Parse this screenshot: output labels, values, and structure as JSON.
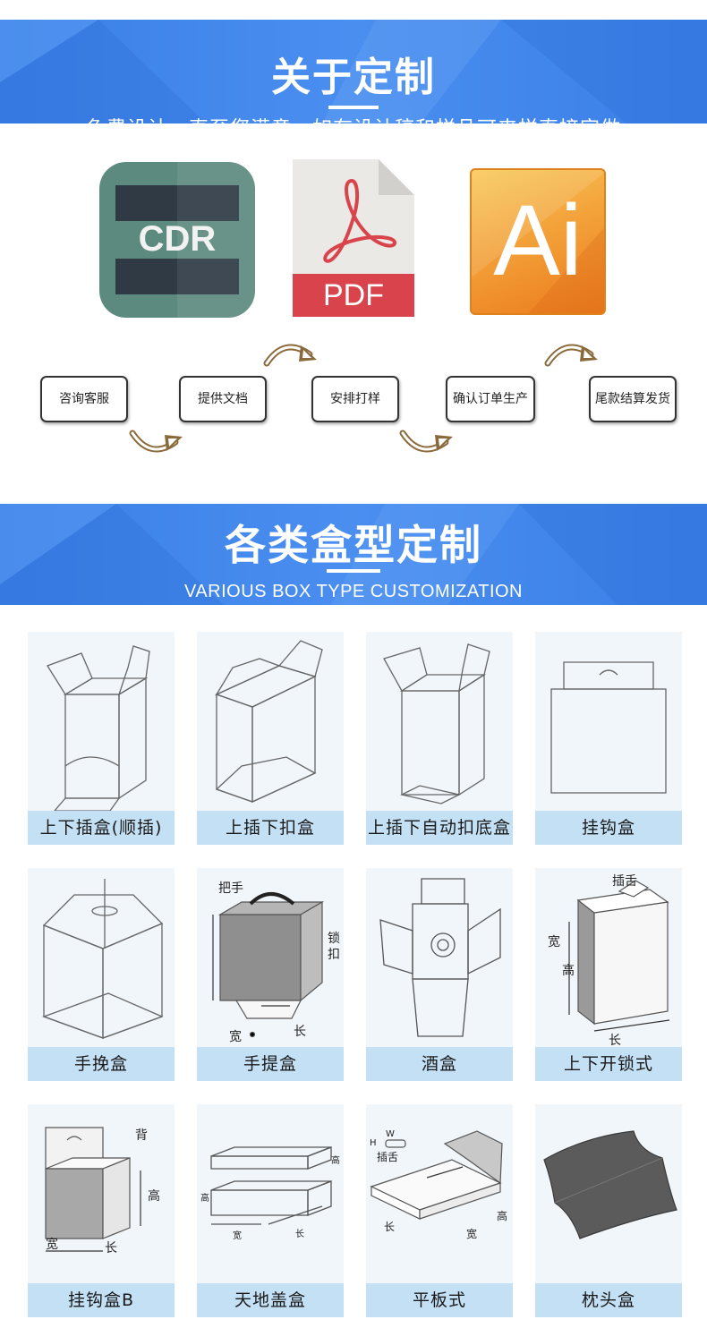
{
  "about_banner": {
    "title": "关于定制",
    "subtitle": "免费设计，直至您满意，如有设计稿和样品可来样直接定做"
  },
  "formats": [
    {
      "name": "cdr-logo-icon",
      "text": "CDR"
    },
    {
      "name": "pdf-logo-icon",
      "text": "PDF"
    },
    {
      "name": "ai-logo-icon",
      "text": "Ai"
    }
  ],
  "process_steps": [
    "咨询客服",
    "提供文档",
    "安排打样",
    "确认订单生产",
    "尾款结算发货"
  ],
  "box_banner": {
    "title": "各类盒型定制",
    "subtitle": "VARIOUS BOX TYPE CUSTOMIZATION"
  },
  "box_types": [
    {
      "label": "上下插盒(顺插)"
    },
    {
      "label": "上插下扣盒"
    },
    {
      "label": "上插下自动扣底盒"
    },
    {
      "label": "挂钩盒"
    },
    {
      "label": "手挽盒"
    },
    {
      "label": "手提盒",
      "annotations": [
        "把手",
        "锁扣",
        "宽",
        "长"
      ]
    },
    {
      "label": "酒盒"
    },
    {
      "label": "上下开锁式",
      "annotations": [
        "插舌",
        "宽",
        "高",
        "长"
      ]
    },
    {
      "label": "挂钩盒B",
      "annotations": [
        "背",
        "高",
        "宽",
        "长"
      ]
    },
    {
      "label": "天地盖盒",
      "annotations": [
        "高",
        "高",
        "宽",
        "长"
      ]
    },
    {
      "label": "平板式",
      "annotations": [
        "W",
        "H",
        "插舌",
        "长",
        "宽",
        "高"
      ]
    },
    {
      "label": "枕头盒"
    }
  ],
  "colors": {
    "banner_blue": "#3a7fe6",
    "label_blue": "#c4e0f5",
    "card_bg": "#f1f6fa",
    "arrow_brown": "#8a6a3a"
  }
}
